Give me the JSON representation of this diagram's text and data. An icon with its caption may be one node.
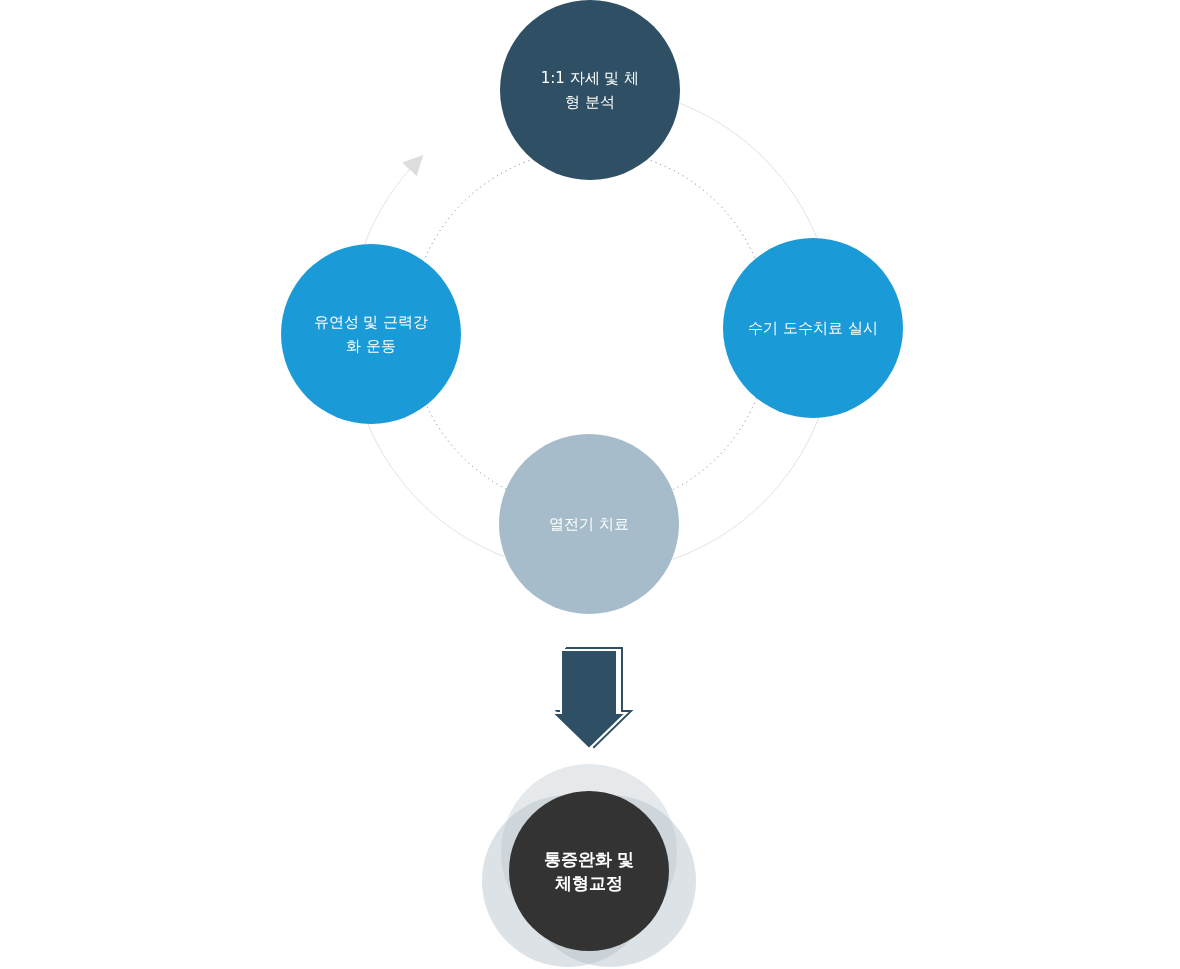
{
  "diagram": {
    "nodes": [
      {
        "text": [
          "1:1 자세 및 체형 분석"
        ]
      },
      {
        "text": [
          "수기 도수치료 실시"
        ]
      },
      {
        "text": [
          "열전기 치료"
        ]
      },
      {
        "text": [
          "유연성 및 근력강화 운동"
        ]
      },
      {
        "text": [
          "통증완화 및 체형교정"
        ]
      }
    ],
    "edges": [
      {
        "from": 0,
        "to": 1,
        "arrow": "none"
      },
      {
        "from": 1,
        "to": 2,
        "arrow": "none"
      },
      {
        "from": 2,
        "to": 3,
        "arrow": "none"
      },
      {
        "from": 3,
        "to": 0,
        "arrow": "to"
      },
      {
        "from": 2,
        "to": 4,
        "arrow": "to",
        "style": "thick",
        "color": "#2f5064"
      }
    ]
  }
}
